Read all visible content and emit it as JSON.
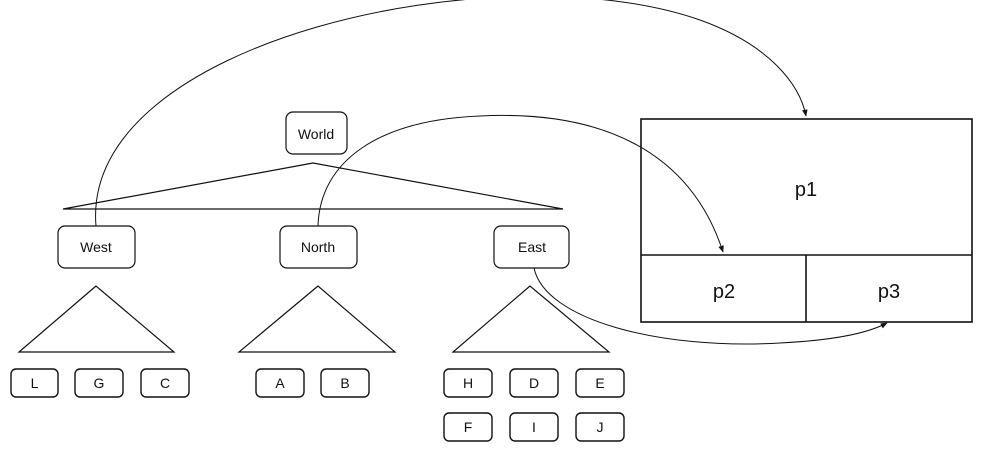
{
  "tree": {
    "root": "World",
    "regions": [
      "West",
      "North",
      "East"
    ],
    "west_leaves": [
      "L",
      "G",
      "C"
    ],
    "north_leaves": [
      "A",
      "B"
    ],
    "east_leaves_row1": [
      "H",
      "D",
      "E"
    ],
    "east_leaves_row2": [
      "F",
      "I",
      "J"
    ]
  },
  "partition": {
    "top": "p1",
    "bottom_left": "p2",
    "bottom_right": "p3"
  }
}
